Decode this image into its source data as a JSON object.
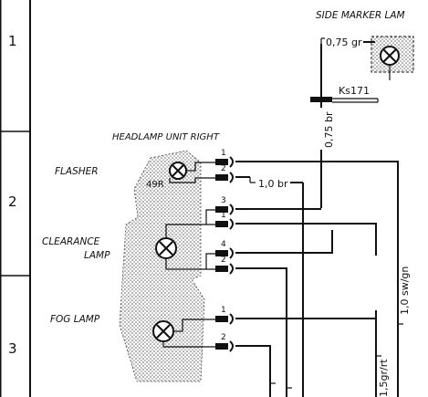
{
  "row_numbers": [
    "1",
    "2",
    "3"
  ],
  "title_side_marker": "SIDE MARKER LAM",
  "title_headlamp": "HEADLAMP UNIT RIGHT",
  "labels": {
    "flasher": "FLASHER",
    "clearance_1": "CLEARANCE",
    "clearance_2": "LAMP",
    "fog": "FOG LAMP",
    "bulb_rating": "49R"
  },
  "connector": "Ks171",
  "wires": {
    "w075gr": "0,75 gr",
    "w075br": "0,75 br",
    "w10br": "1,0 br",
    "w10swgn": "1,0 sw/gn",
    "w15grrt": "1,5gr/rt"
  },
  "pins": {
    "flasher": [
      "1",
      "2"
    ],
    "clearance": [
      "3",
      "1",
      "4",
      "2"
    ],
    "fog": [
      "1",
      "2"
    ]
  }
}
